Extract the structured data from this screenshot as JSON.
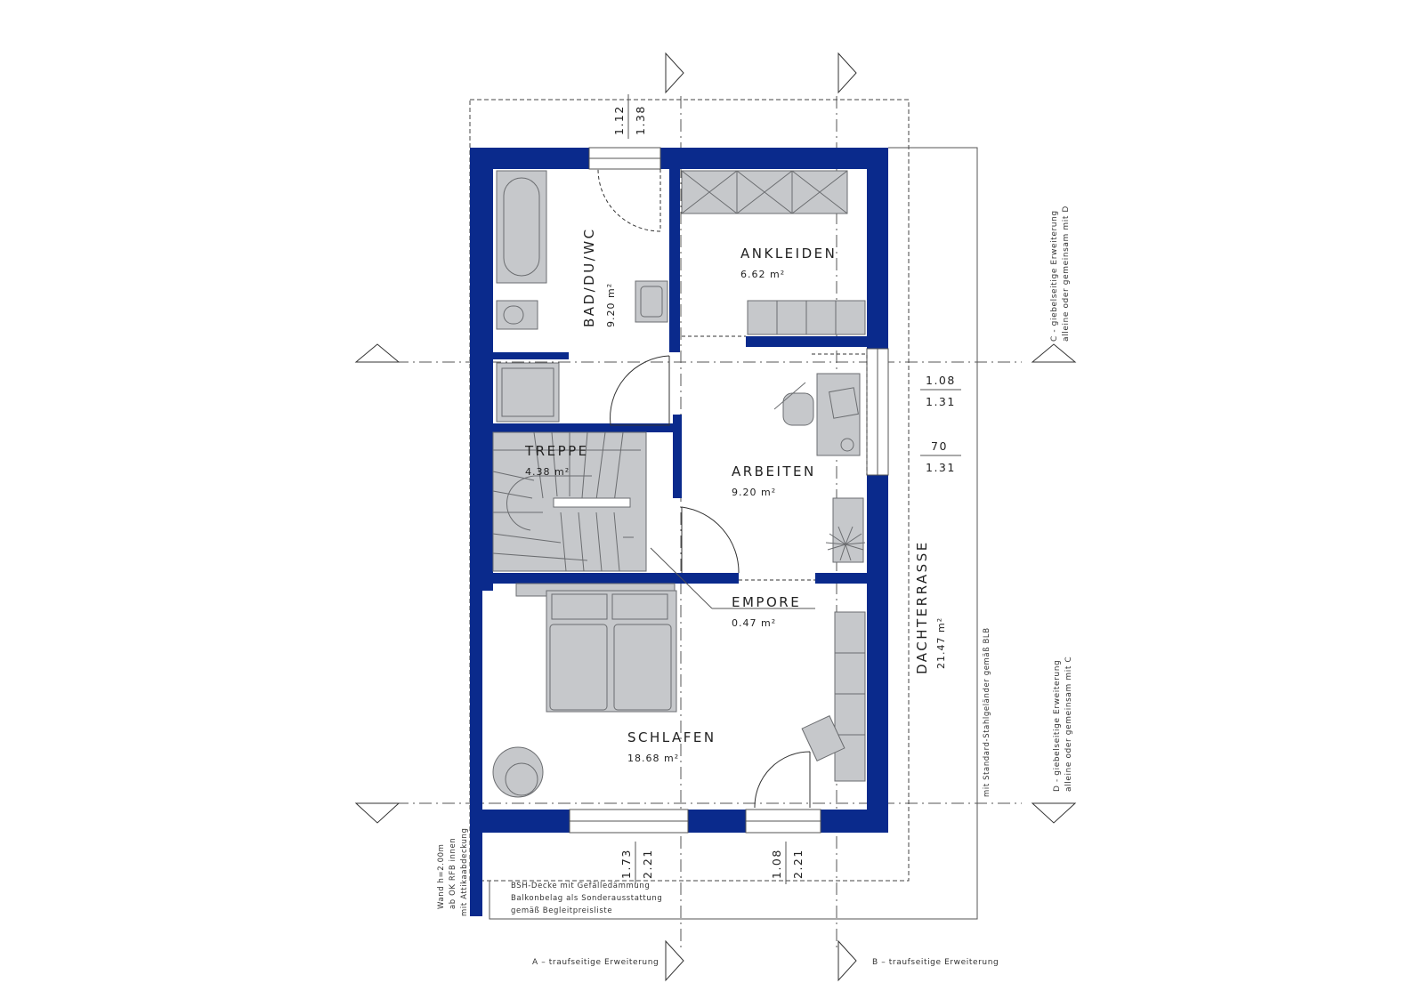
{
  "rooms": {
    "bad": {
      "name": "BAD/DU/WC",
      "area": "9.20 m²"
    },
    "ankleiden": {
      "name": "ANKLEIDEN",
      "area": "6.62 m²"
    },
    "treppe": {
      "name": "TREPPE",
      "area": "4.38 m²"
    },
    "arbeiten": {
      "name": "ARBEITEN",
      "area": "9.20 m²"
    },
    "empore": {
      "name": "EMPORE",
      "area": "0.47 m²"
    },
    "schlafen": {
      "name": "SCHLAFEN",
      "area": "18.68 m²"
    },
    "dachterrasse": {
      "name": "DACHTERRASSE",
      "area": "21.47 m²"
    }
  },
  "dimensions": {
    "top_window": {
      "a": "1.12",
      "b": "1.38"
    },
    "right_upper": {
      "a": "1.08",
      "b": "1.31"
    },
    "right_lower": {
      "a": "70",
      "b": "1.31"
    },
    "bottom_window": {
      "a": "1.73",
      "b": "2.21"
    },
    "bottom_door": {
      "a": "1.08",
      "b": "2.21"
    }
  },
  "notes": {
    "wall_height": [
      "Wand h=2.00m",
      "ab OK RFB innen",
      "mit Attikaabdeckung"
    ],
    "deck": [
      "BSH-Decke mit Gefälledämmung",
      "Balkonbelag als Sonderausstattung",
      "gemäß Begleitpreisliste"
    ],
    "railing": "mit Standard-Stahlgeländer gemäß BLB",
    "ext_c": [
      "C  -  giebelseitige Erweiterung",
      "alleine oder gemeinsam mit D"
    ],
    "ext_d": [
      "D  -  giebelseitige Erweiterung",
      "alleine oder gemeinsam mit C"
    ],
    "ext_a": "A – traufseitige Erweiterung",
    "ext_b": "B – traufseitige Erweiterung"
  },
  "colors": {
    "wall": "#0a2a8c",
    "furniture": "#c6c8cb"
  }
}
